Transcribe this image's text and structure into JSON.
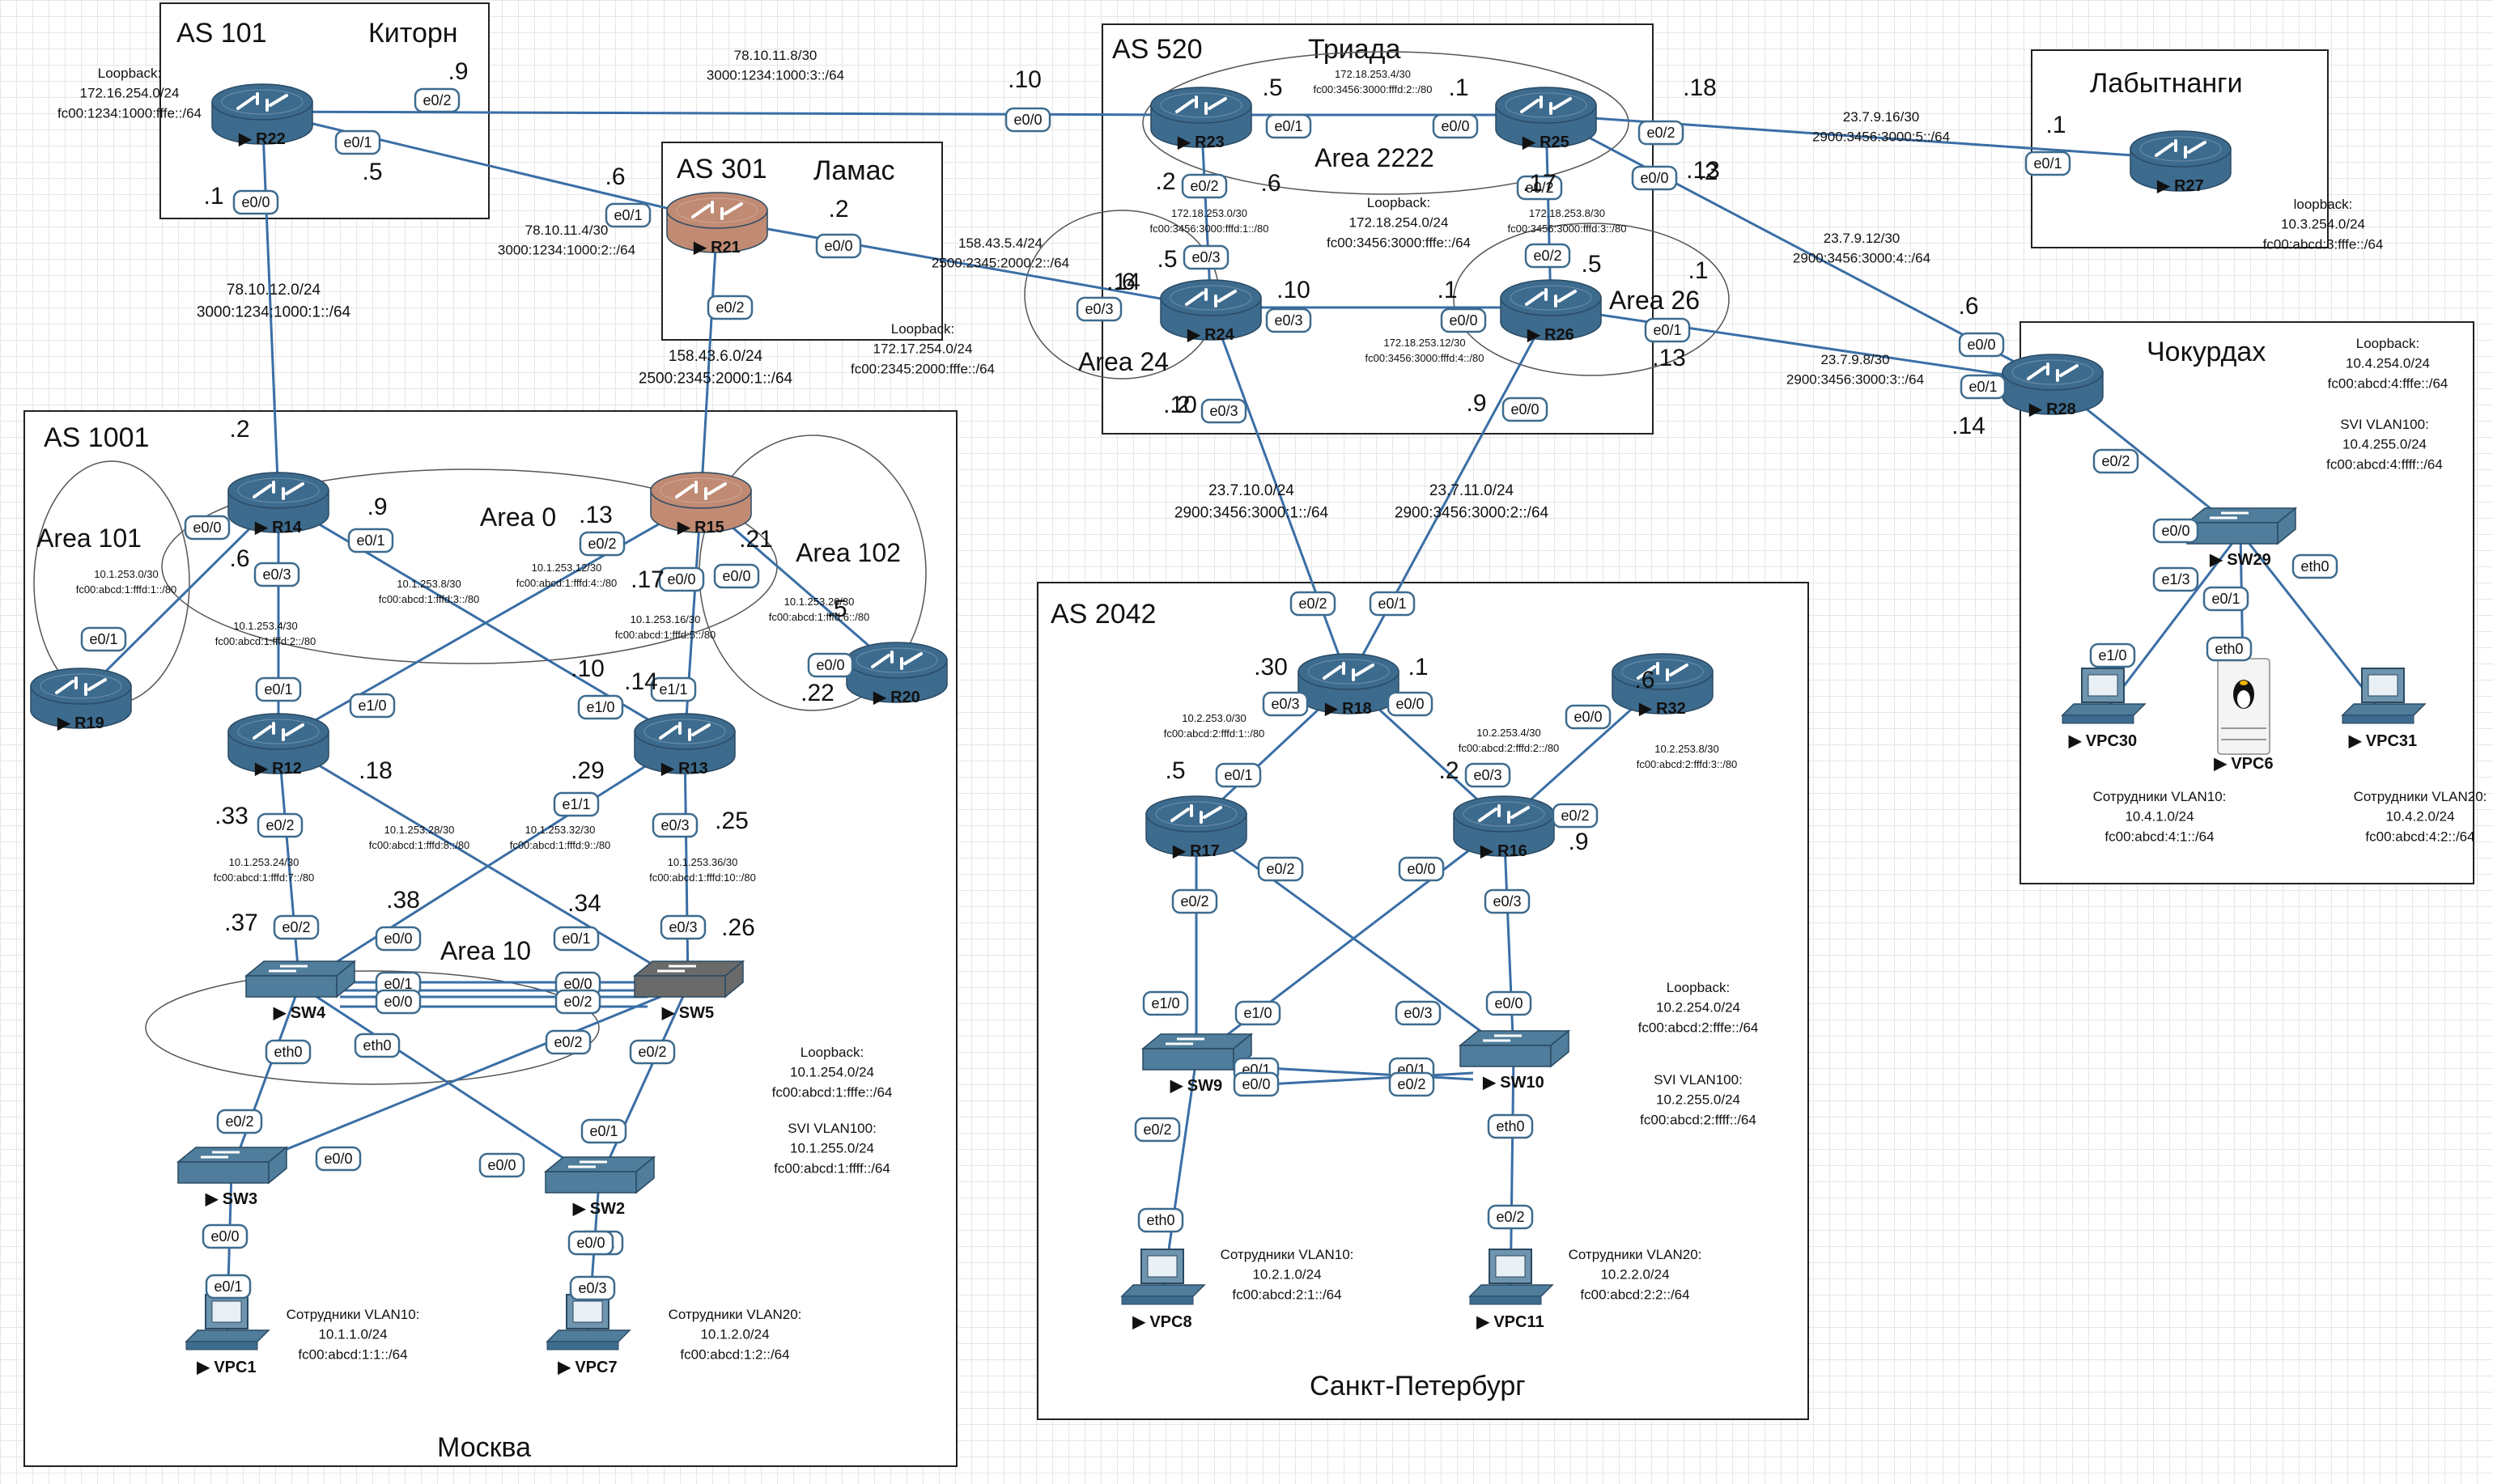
{
  "boxes": [
    {
      "id": "as101",
      "as": "AS 101",
      "city": "Киторн"
    },
    {
      "id": "as301",
      "as": "AS 301",
      "city": "Ламас"
    },
    {
      "id": "as520",
      "as": "AS 520",
      "city": "Триада"
    },
    {
      "id": "lab",
      "as": "",
      "city": "Лабытнанги"
    },
    {
      "id": "chok",
      "as": "",
      "city": "Чокурдах"
    },
    {
      "id": "as1001",
      "as": "AS 1001",
      "city": "Москва"
    },
    {
      "id": "as2042",
      "as": "AS 2042",
      "city": "Санкт-Петербург"
    }
  ],
  "areas": [
    "Area 2222",
    "Area 24",
    "Area 26",
    "Area 0",
    "Area 101",
    "Area 102",
    "Area 10"
  ],
  "devices": [
    {
      "id": "R22",
      "label": "R22",
      "kind": "router"
    },
    {
      "id": "R21",
      "label": "R21",
      "kind": "router-brown"
    },
    {
      "id": "R23",
      "label": "R23",
      "kind": "router"
    },
    {
      "id": "R25",
      "label": "R25",
      "kind": "router"
    },
    {
      "id": "R24",
      "label": "R24",
      "kind": "router"
    },
    {
      "id": "R26",
      "label": "R26",
      "kind": "router"
    },
    {
      "id": "R27",
      "label": "R27",
      "kind": "router"
    },
    {
      "id": "R28",
      "label": "R28",
      "kind": "router"
    },
    {
      "id": "R14",
      "label": "R14",
      "kind": "router"
    },
    {
      "id": "R15",
      "label": "R15",
      "kind": "router-brown"
    },
    {
      "id": "R19",
      "label": "R19",
      "kind": "router"
    },
    {
      "id": "R20",
      "label": "R20",
      "kind": "router"
    },
    {
      "id": "R12",
      "label": "R12",
      "kind": "router"
    },
    {
      "id": "R13",
      "label": "R13",
      "kind": "router"
    },
    {
      "id": "R18",
      "label": "R18",
      "kind": "router"
    },
    {
      "id": "R32",
      "label": "R32",
      "kind": "router"
    },
    {
      "id": "R17",
      "label": "R17",
      "kind": "router"
    },
    {
      "id": "R16",
      "label": "R16",
      "kind": "router"
    },
    {
      "id": "SW4",
      "label": "SW4",
      "kind": "switch"
    },
    {
      "id": "SW5",
      "label": "SW5",
      "kind": "switch-dark"
    },
    {
      "id": "SW3",
      "label": "SW3",
      "kind": "switch"
    },
    {
      "id": "SW2",
      "label": "SW2",
      "kind": "switch"
    },
    {
      "id": "SW9",
      "label": "SW9",
      "kind": "switch"
    },
    {
      "id": "SW10",
      "label": "SW10",
      "kind": "switch"
    },
    {
      "id": "SW29",
      "label": "SW29",
      "kind": "switch"
    },
    {
      "id": "VPC1",
      "label": "VPC1",
      "kind": "pc"
    },
    {
      "id": "VPC7",
      "label": "VPC7",
      "kind": "pc"
    },
    {
      "id": "VPC8",
      "label": "VPC8",
      "kind": "pc"
    },
    {
      "id": "VPC11",
      "label": "VPC11",
      "kind": "pc"
    },
    {
      "id": "VPC30",
      "label": "VPC30",
      "kind": "pc"
    },
    {
      "id": "VPC31",
      "label": "VPC31",
      "kind": "pc"
    },
    {
      "id": "VPC6",
      "label": "VPC6",
      "kind": "linux"
    }
  ],
  "links": [
    {
      "a": "R22",
      "b": "R23"
    },
    {
      "a": "R22",
      "b": "R21"
    },
    {
      "a": "R22",
      "b": "R14"
    },
    {
      "a": "R21",
      "b": "R24"
    },
    {
      "a": "R21",
      "b": "R15"
    },
    {
      "a": "R23",
      "b": "R25"
    },
    {
      "a": "R23",
      "b": "R24"
    },
    {
      "a": "R24",
      "b": "R26"
    },
    {
      "a": "R25",
      "b": "R26"
    },
    {
      "a": "R25",
      "b": "R27"
    },
    {
      "a": "R25",
      "b": "R28"
    },
    {
      "a": "R26",
      "b": "R28"
    },
    {
      "a": "R24",
      "b": "R18"
    },
    {
      "a": "R26",
      "b": "R18"
    },
    {
      "a": "R14",
      "b": "R19"
    },
    {
      "a": "R14",
      "b": "R12"
    },
    {
      "a": "R14",
      "b": "R13"
    },
    {
      "a": "R15",
      "b": "R12"
    },
    {
      "a": "R15",
      "b": "R13"
    },
    {
      "a": "R15",
      "b": "R20"
    },
    {
      "a": "R12",
      "b": "SW4"
    },
    {
      "a": "R12",
      "b": "SW5"
    },
    {
      "a": "R13",
      "b": "SW4"
    },
    {
      "a": "R13",
      "b": "SW5"
    },
    {
      "a": "SW4",
      "b": "SW3"
    },
    {
      "a": "SW4",
      "b": "SW2"
    },
    {
      "a": "SW5",
      "b": "SW3"
    },
    {
      "a": "SW5",
      "b": "SW2"
    },
    {
      "a": "SW3",
      "b": "VPC1"
    },
    {
      "a": "SW2",
      "b": "VPC7"
    },
    {
      "a": "R18",
      "b": "R17"
    },
    {
      "a": "R18",
      "b": "R16"
    },
    {
      "a": "R16",
      "b": "R32"
    },
    {
      "a": "R17",
      "b": "SW9"
    },
    {
      "a": "R17",
      "b": "SW10"
    },
    {
      "a": "R16",
      "b": "SW9"
    },
    {
      "a": "R16",
      "b": "SW10"
    },
    {
      "a": "SW9",
      "b": "VPC8"
    },
    {
      "a": "SW10",
      "b": "VPC11"
    },
    {
      "a": "R28",
      "b": "SW29"
    },
    {
      "a": "SW29",
      "b": "VPC30"
    },
    {
      "a": "SW29",
      "b": "VPC6"
    },
    {
      "a": "SW29",
      "b": "VPC31"
    }
  ],
  "ports": [
    "e0/2",
    "e0/1",
    "e0/0",
    "e0/1",
    "e0/0",
    "e0/2",
    "e0/0",
    "e0/1",
    "e0/0",
    "e0/2",
    "e0/3",
    "e0/2",
    "e0/2",
    "e0/0",
    "e0/1",
    "e0/0",
    "e0/1",
    "e0/3",
    "e0/3",
    "e0/0",
    "e0/1",
    "e0/2",
    "e0/3",
    "e0/0",
    "e0/2",
    "e0/1",
    "e0/3",
    "e0/0",
    "e0/1",
    "e0/3",
    "e0/0",
    "e0/2",
    "e0/0",
    "e0/3",
    "e0/1",
    "e0/2",
    "e0/0",
    "e0/0",
    "e0/1",
    "e0/0",
    "e0/1",
    "e1/0",
    "e1/1",
    "e1/1",
    "e1/0",
    "e0/2",
    "e0/3",
    "e0/2",
    "e0/3",
    "e0/0",
    "e0/1",
    "e0/1",
    "e0/0",
    "e0/0",
    "e0/2",
    "eth0",
    "e0/2",
    "eth0",
    "e0/2",
    "e0/2",
    "e0/0",
    "e0/0",
    "e0/1",
    "e0/1",
    "e0/0",
    "e0/1",
    "e0/0",
    "e0/3",
    "e0/2",
    "e0/2",
    "e0/0",
    "e0/3",
    "e1/0",
    "e1/0",
    "e0/3",
    "e0/0",
    "e0/1",
    "e0/0",
    "e0/1",
    "e0/2",
    "e0/2",
    "eth0",
    "eth0",
    "e0/2",
    "e0/2",
    "e0/0",
    "e1/3",
    "e0/1",
    "eth0",
    "e1/0",
    "eth0"
  ],
  "ips": [
    ".9",
    ".10",
    ".5",
    ".6",
    ".1",
    ".2",
    ".5",
    ".1",
    ".2",
    ".5",
    ".6",
    ".17",
    ".18",
    ".13",
    ".1",
    ".2",
    ".6",
    ".13",
    ".14",
    ".10",
    ".9",
    ".14",
    ".10",
    ".1",
    ".5",
    ".2",
    ".6",
    ".1",
    ".9",
    ".13",
    ".17",
    ".21",
    ".2",
    ".5",
    ".22",
    ".6",
    ".10",
    ".14",
    ".18",
    ".29",
    ".33",
    ".25",
    ".37",
    ".26",
    ".38",
    ".34",
    ".30",
    ".1",
    ".5",
    ".2",
    ".6",
    ".9",
    ".10"
  ],
  "nets": [
    "Loopback:\n172.16.254.0/24\nfc00:1234:1000:fffe::/64",
    "78.10.11.8/30\n3000:1234:1000:3::/64",
    "78.10.11.4/30\n3000:1234:1000:2::/64",
    "78.10.12.0/24\n3000:1234:1000:1::/64",
    "158.43.5.4/24\n2500:2345:2000:2::/64",
    "Loopback:\n172.17.254.0/24\nfc00:2345:2000:fffe::/64",
    "158.43.6.0/24\n2500:2345:2000:1::/64",
    "172.18.253.4/30\nfc00:3456:3000:fffd:2::/80",
    "172.18.253.0/30\nfc00:3456:3000:fffd:1::/80",
    "Loopback:\n172.18.254.0/24\nfc00:3456:3000:fffe::/64",
    "172.18.253.8/30\nfc00:3456:3000:fffd:3::/80",
    "172.18.253.12/30\nfc00:3456:3000:fffd:4::/80",
    "23.7.9.16/30\n2900:3456:3000:5::/64",
    "loopback:\n10.3.254.0/24\nfc00:abcd:3:fffe::/64",
    "23.7.9.12/30\n2900:3456:3000:4::/64",
    "23.7.9.8/30\n2900:3456:3000:3::/64",
    "Loopback:\n10.4.254.0/24\nfc00:abcd:4:fffe::/64",
    "SVI VLAN100:\n10.4.255.0/24\nfc00:abcd:4:ffff::/64",
    "23.7.10.0/24\n2900:3456:3000:1::/64",
    "23.7.11.0/24\n2900:3456:3000:2::/64",
    "10.1.253.0/30\nfc00:abcd:1:fffd:1::/80",
    "10.1.253.8/30\nfc00:abcd:1:fffd:3::/80",
    "10.1.253.12/30\nfc00:abcd:1:fffd:4::/80",
    "10.1.253.20/30\nfc00:abcd:1:fffd:6::/80",
    "10.1.253.4/30\nfc00:abcd:1:fffd:2::/80",
    "10.1.253.16/30\nfc00:abcd:1:fffd:5::/80",
    "10.1.253.28/30\nfc00:abcd:1:fffd:8::/80",
    "10.1.253.32/30\nfc00:abcd:1:fffd:9::/80",
    "10.1.253.24/30\nfc00:abcd:1:fffd:7::/80",
    "10.1.253.36/30\nfc00:abcd:1:fffd:10::/80",
    "Loopback:\n10.1.254.0/24\nfc00:abcd:1:fffe::/64",
    "SVI VLAN100:\n10.1.255.0/24\nfc00:abcd:1:ffff::/64",
    "Сотрудники VLAN10:\n10.1.1.0/24\nfc00:abcd:1:1::/64",
    "Сотрудники VLAN20:\n10.1.2.0/24\nfc00:abcd:1:2::/64",
    "10.2.253.0/30\nfc00:abcd:2:fffd:1::/80",
    "10.2.253.4/30\nfc00:abcd:2:fffd:2::/80",
    "10.2.253.8/30\nfc00:abcd:2:fffd:3::/80",
    "Loopback:\n10.2.254.0/24\nfc00:abcd:2:fffe::/64",
    "SVI VLAN100:\n10.2.255.0/24\nfc00:abcd:2:ffff::/64",
    "Сотрудники VLAN10:\n10.2.1.0/24\nfc00:abcd:2:1::/64",
    "Сотрудники VLAN20:\n10.2.2.0/24\nfc00:abcd:2:2::/64",
    "Сотрудники VLAN10:\n10.4.1.0/24\nfc00:abcd:4:1::/64",
    "Сотрудники VLAN20:\n10.4.2.0/24\nfc00:abcd:4:2::/64"
  ],
  "colors": {
    "link": "#3a6ea5",
    "router": "#3d6b8e",
    "router_brown": "#c08a73",
    "switch": "#4f7d9b",
    "port_border": "#3d6b8e",
    "box": "#222222",
    "area": "#555555"
  }
}
